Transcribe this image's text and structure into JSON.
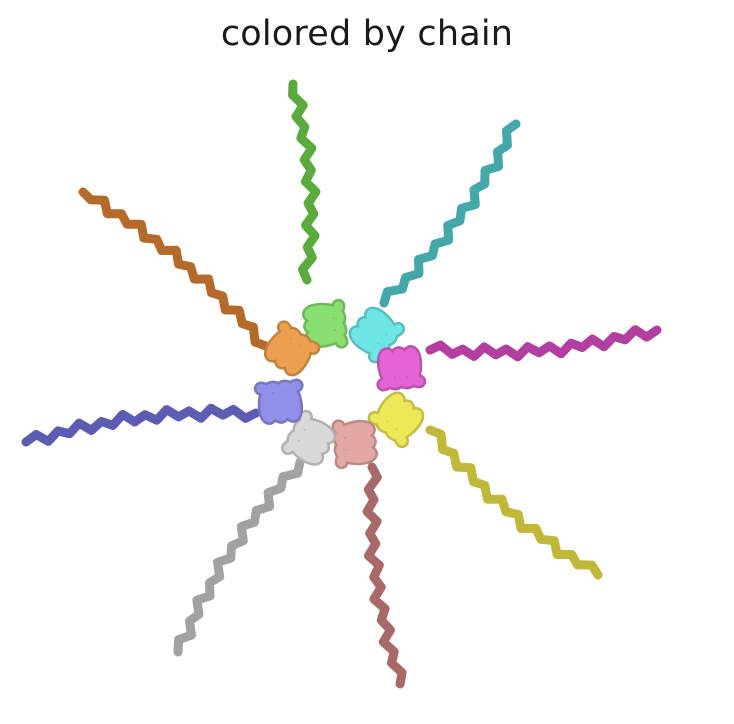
{
  "title": "colored by chain",
  "chains": [
    {
      "id": "chain-1",
      "tail": "#5aaa3e",
      "helix": "#88e070"
    },
    {
      "id": "chain-2",
      "tail": "#44a8a8",
      "helix": "#6ee6e6"
    },
    {
      "id": "chain-3",
      "tail": "#b23ea2",
      "helix": "#e464d4"
    },
    {
      "id": "chain-4",
      "tail": "#c0b838",
      "helix": "#ece858"
    },
    {
      "id": "chain-5",
      "tail": "#a86a68",
      "helix": "#e4a8a4"
    },
    {
      "id": "chain-6",
      "tail": "#a2a2a2",
      "helix": "#d8d8d8"
    },
    {
      "id": "chain-7",
      "tail": "#5c5cb2",
      "helix": "#9090e8"
    },
    {
      "id": "chain-8",
      "tail": "#b46a2a",
      "helix": "#eca050"
    }
  ]
}
